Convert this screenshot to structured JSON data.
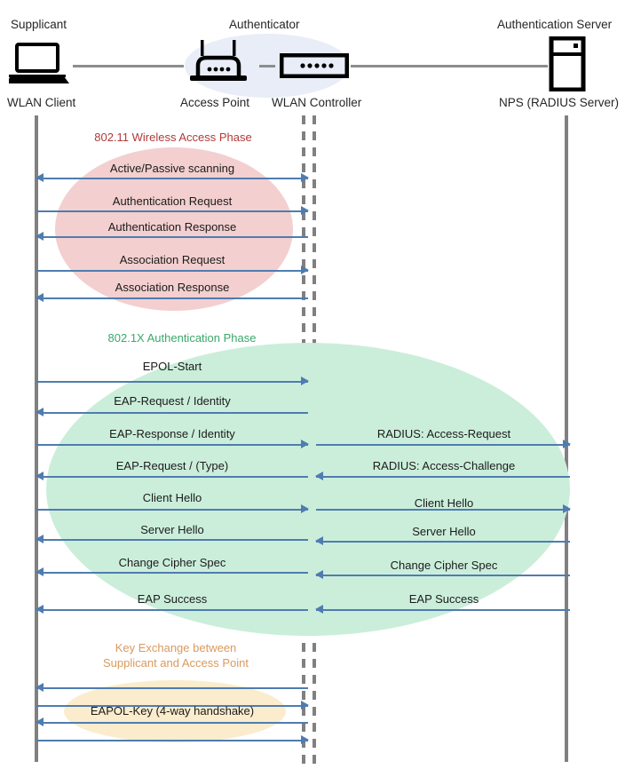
{
  "diagram": {
    "title": "802.1X / WPA2-Enterprise WLAN authentication sequence",
    "colors": {
      "arrow": "#4f7cb0",
      "lifeline": "#808080",
      "phase1_text": "#b03a3a",
      "phase2_text": "#3aa86a",
      "phase3_text": "#d89a5e",
      "phase1_blob": "#f3cfcf",
      "phase2_blob": "#cbeedb",
      "phase3_blob": "#fbeccd",
      "authenticator_blob": "#e8edf8"
    }
  },
  "columns": [
    {
      "role": "Supplicant",
      "device": "WLAN Client",
      "icon": "laptop-icon"
    },
    {
      "role": "Authenticator",
      "device": "Access Point",
      "icon": "access-point-icon"
    },
    {
      "role": "",
      "device": "WLAN Controller",
      "icon": "wlan-controller-icon"
    },
    {
      "role": "Authentication Server",
      "device": "NPS (RADIUS Server)",
      "icon": "server-icon"
    }
  ],
  "phases": [
    {
      "id": "phase-802-11",
      "caption": "802.11 Wireless Access Phase",
      "caption_lines": [
        "802.11 Wireless Access Phase"
      ],
      "messages": [
        {
          "label": "Active/Passive scanning",
          "direction": "both-ends",
          "segment": "left"
        },
        {
          "label": "Authentication Request",
          "direction": "right",
          "segment": "left"
        },
        {
          "label": "Authentication Response",
          "direction": "left",
          "segment": "left"
        },
        {
          "label": "Association Request",
          "direction": "right",
          "segment": "left"
        },
        {
          "label": "Association Response",
          "direction": "left",
          "segment": "left"
        }
      ]
    },
    {
      "id": "phase-802-1x",
      "caption": "802.1X Authentication Phase",
      "caption_lines": [
        "802.1X Authentication Phase"
      ],
      "messages": [
        {
          "label": "EPOL-Start",
          "direction": "right",
          "segment": "left"
        },
        {
          "label": "EAP-Request / Identity",
          "direction": "left",
          "segment": "left"
        },
        {
          "label": "EAP-Response / Identity",
          "direction": "right",
          "segment": "left"
        },
        {
          "label": "RADIUS: Access-Request",
          "direction": "right",
          "segment": "right"
        },
        {
          "label": "EAP-Request / (Type)",
          "direction": "left",
          "segment": "left"
        },
        {
          "label": "RADIUS: Access-Challenge",
          "direction": "left",
          "segment": "right"
        },
        {
          "label": "Client Hello",
          "direction": "right",
          "segment": "left"
        },
        {
          "label": "Client Hello",
          "direction": "right",
          "segment": "right"
        },
        {
          "label": "Server Hello",
          "direction": "left",
          "segment": "left"
        },
        {
          "label": "Server Hello",
          "direction": "left",
          "segment": "right"
        },
        {
          "label": "Change Cipher Spec",
          "direction": "left",
          "segment": "left"
        },
        {
          "label": "Change Cipher Spec",
          "direction": "left",
          "segment": "right"
        },
        {
          "label": "EAP Success",
          "direction": "left",
          "segment": "left"
        },
        {
          "label": "EAP Success",
          "direction": "left",
          "segment": "right"
        }
      ]
    },
    {
      "id": "phase-key-exchange",
      "caption": "Key Exchange between Supplicant and Access Point",
      "caption_lines": [
        "Key Exchange between",
        "Supplicant and Access Point"
      ],
      "messages": [
        {
          "label": "",
          "direction": "left",
          "segment": "left"
        },
        {
          "label": "",
          "direction": "right",
          "segment": "left"
        },
        {
          "label": "EAPOL-Key (4-way handshake)",
          "direction": "left",
          "segment": "left"
        },
        {
          "label": "",
          "direction": "right",
          "segment": "left"
        }
      ]
    }
  ]
}
